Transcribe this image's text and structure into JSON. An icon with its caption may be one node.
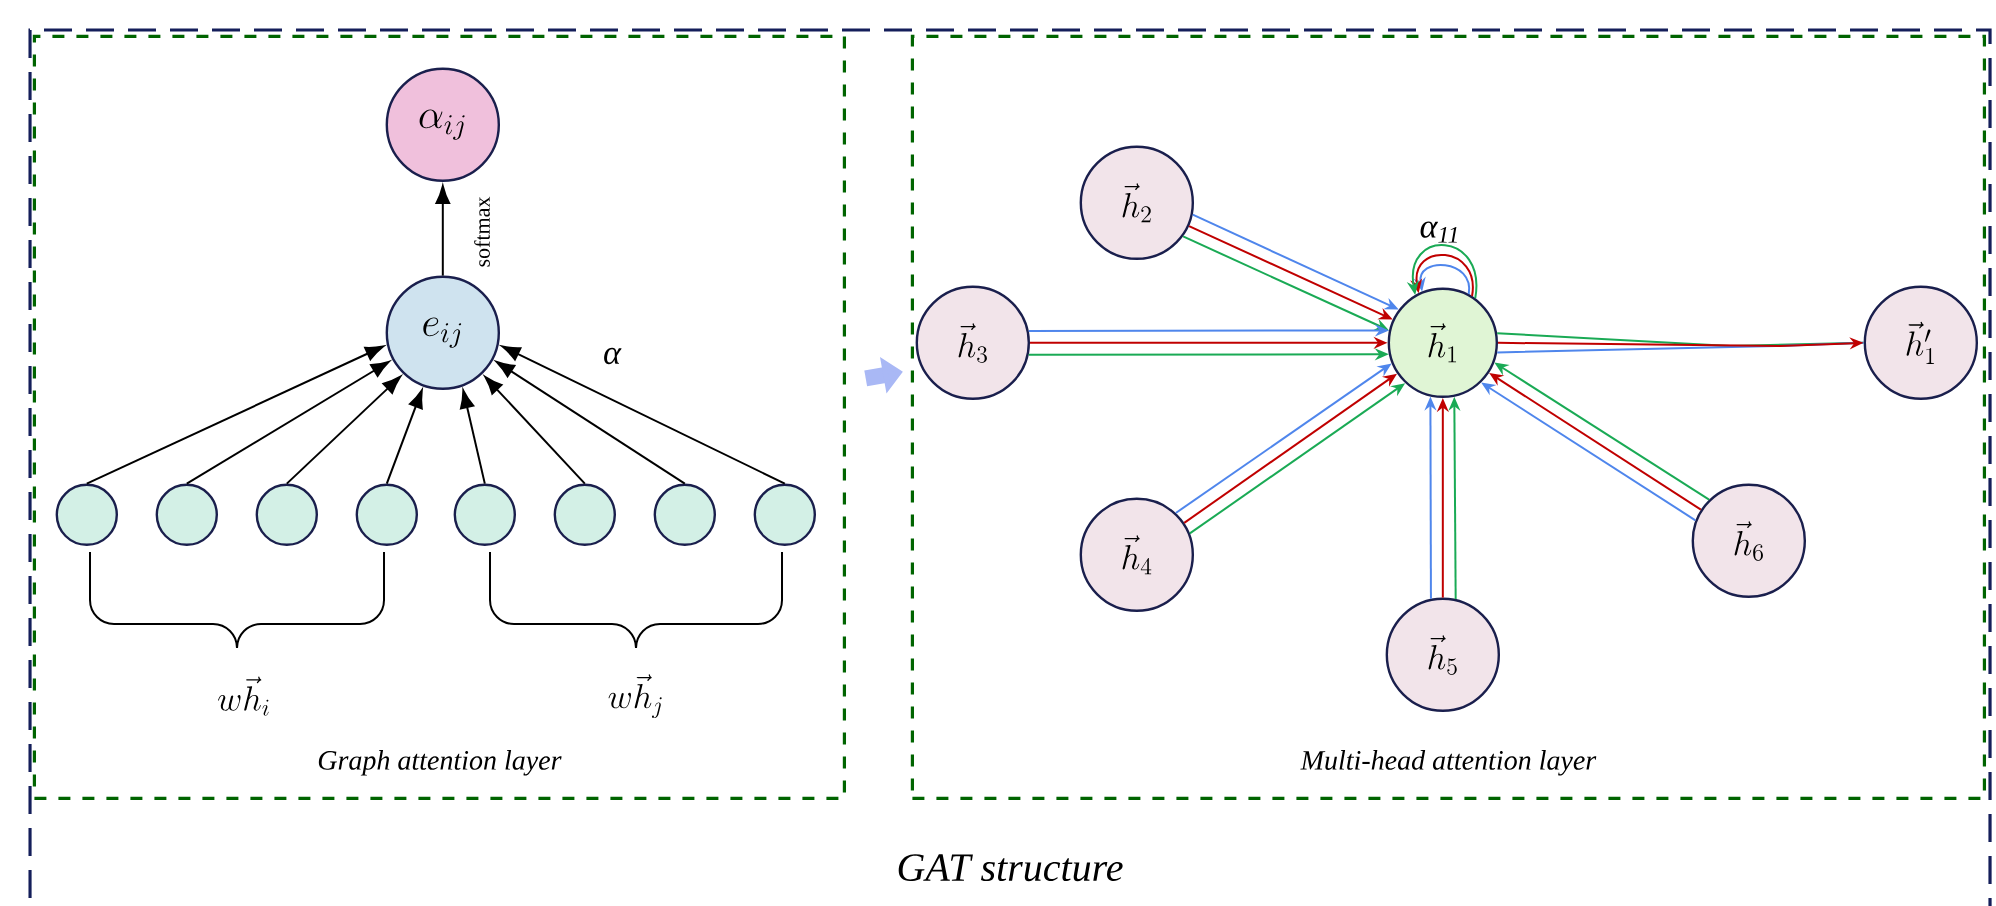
{
  "diagram": {
    "nodes": [
      {
        "text": [
          "GAT structure"
        ]
      },
      {
        "text": [
          "Graph attention layer"
        ],
        "in": 0
      },
      {
        "text": [
          "Multi-head attention layer"
        ],
        "in": 0
      },
      {
        "text": [
          "\\alpha_{ij}"
        ],
        "in": 1
      },
      {
        "text": [
          "e_{ij}"
        ],
        "in": 1
      },
      {
        "text": [],
        "shape": "circle",
        "in": 1
      },
      {
        "text": [],
        "shape": "circle",
        "in": 1
      },
      {
        "text": [],
        "shape": "circle",
        "in": 1
      },
      {
        "text": [],
        "shape": "circle",
        "in": 1
      },
      {
        "text": [],
        "shape": "circle",
        "in": 1
      },
      {
        "text": [],
        "shape": "circle",
        "in": 1
      },
      {
        "text": [],
        "shape": "circle",
        "in": 1
      },
      {
        "text": [],
        "shape": "circle",
        "in": 1
      },
      {
        "text": [
          "\\vec{h}_{2}"
        ],
        "in": 2
      },
      {
        "text": [
          "\\vec{h}_{3}"
        ],
        "in": 2
      },
      {
        "text": [
          "\\vec{h}_{1}"
        ],
        "in": 2
      },
      {
        "text": [
          "\\vec{h}'_{1}"
        ],
        "in": 2
      },
      {
        "text": [
          "\\vec{h}_{4}"
        ],
        "in": 2
      },
      {
        "text": [
          "\\vec{h}_{6}"
        ],
        "in": 2
      },
      {
        "text": [
          "\\vec{h}_{5}"
        ],
        "in": 2
      }
    ],
    "edges": [
      {
        "from": 5,
        "to": 4,
        "arrow": "to"
      },
      {
        "from": 6,
        "to": 4,
        "arrow": "to"
      },
      {
        "from": 7,
        "to": 4,
        "arrow": "to"
      },
      {
        "from": 8,
        "to": 4,
        "arrow": "to"
      },
      {
        "from": 9,
        "to": 4,
        "arrow": "to"
      },
      {
        "from": 10,
        "to": 4,
        "arrow": "to"
      },
      {
        "from": 11,
        "to": 4,
        "arrow": "to"
      },
      {
        "from": 12,
        "to": 4,
        "arrow": "to",
        "label": "α"
      },
      {
        "from": 4,
        "to": 3,
        "arrow": "to",
        "label": "softmax"
      },
      {
        "from": 1,
        "to": 2,
        "arrow": "to",
        "style": "thick",
        "color": "#a9b8f5"
      },
      {
        "from": 13,
        "to": 15,
        "arrow": "to",
        "color": "#4f86ec"
      },
      {
        "from": 13,
        "to": 15,
        "arrow": "to",
        "color": "#c00000"
      },
      {
        "from": 13,
        "to": 15,
        "arrow": "to",
        "color": "#1aaa55"
      },
      {
        "from": 14,
        "to": 15,
        "arrow": "to",
        "color": "#4f86ec"
      },
      {
        "from": 14,
        "to": 15,
        "arrow": "to",
        "color": "#c00000"
      },
      {
        "from": 14,
        "to": 15,
        "arrow": "to",
        "color": "#1aaa55"
      },
      {
        "from": 17,
        "to": 15,
        "arrow": "to",
        "color": "#4f86ec"
      },
      {
        "from": 17,
        "to": 15,
        "arrow": "to",
        "color": "#c00000"
      },
      {
        "from": 17,
        "to": 15,
        "arrow": "to",
        "color": "#1aaa55"
      },
      {
        "from": 19,
        "to": 15,
        "arrow": "to",
        "color": "#4f86ec"
      },
      {
        "from": 19,
        "to": 15,
        "arrow": "to",
        "color": "#c00000"
      },
      {
        "from": 19,
        "to": 15,
        "arrow": "to",
        "color": "#1aaa55"
      },
      {
        "from": 18,
        "to": 15,
        "arrow": "to",
        "color": "#4f86ec"
      },
      {
        "from": 18,
        "to": 15,
        "arrow": "to",
        "color": "#c00000"
      },
      {
        "from": 18,
        "to": 15,
        "arrow": "to",
        "color": "#1aaa55"
      },
      {
        "from": 15,
        "to": 15,
        "arrow": "to",
        "color": "#4f86ec"
      },
      {
        "from": 15,
        "to": 15,
        "arrow": "to",
        "color": "#c00000"
      },
      {
        "from": 15,
        "to": 15,
        "arrow": "to",
        "color": "#1aaa55",
        "label": "α$_{11}$"
      },
      {
        "from": 15,
        "to": 16,
        "arrow": "none",
        "color": "#1aaa55"
      },
      {
        "from": 15,
        "to": 16,
        "arrow": "none",
        "color": "#4f86ec"
      },
      {
        "from": 15,
        "to": 16,
        "arrow": "to",
        "color": "#c00000"
      }
    ],
    "labels": [
      "w\\vec{h}_{i}",
      "w\\vec{h}_{j}"
    ]
  }
}
